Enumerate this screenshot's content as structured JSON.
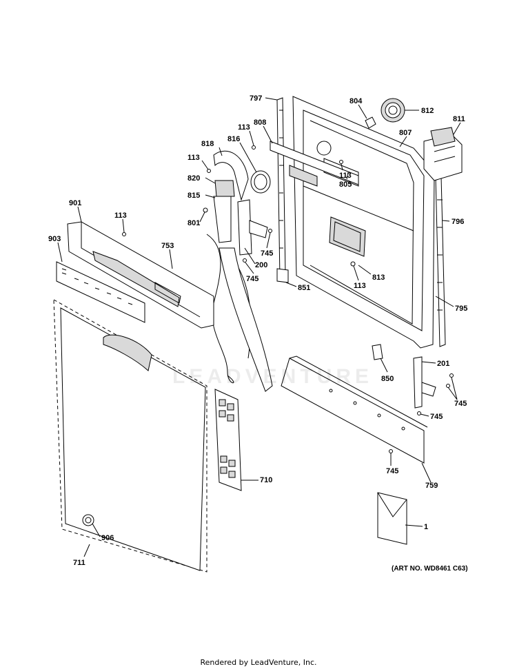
{
  "callouts": [
    {
      "id": "c797",
      "text": "797"
    },
    {
      "id": "c804",
      "text": "804"
    },
    {
      "id": "c812",
      "text": "812"
    },
    {
      "id": "c811",
      "text": "811"
    },
    {
      "id": "c808",
      "text": "808"
    },
    {
      "id": "c113a",
      "text": "113"
    },
    {
      "id": "c807",
      "text": "807"
    },
    {
      "id": "c818",
      "text": "818"
    },
    {
      "id": "c816",
      "text": "816"
    },
    {
      "id": "c113b",
      "text": "113"
    },
    {
      "id": "c113c",
      "text": "113"
    },
    {
      "id": "c805",
      "text": "805"
    },
    {
      "id": "c820",
      "text": "820"
    },
    {
      "id": "c815",
      "text": "815"
    },
    {
      "id": "c901",
      "text": "901"
    },
    {
      "id": "c113d",
      "text": "113"
    },
    {
      "id": "c801",
      "text": "801"
    },
    {
      "id": "c796",
      "text": "796"
    },
    {
      "id": "c903",
      "text": "903"
    },
    {
      "id": "c753",
      "text": "753"
    },
    {
      "id": "c745a",
      "text": "745"
    },
    {
      "id": "c200",
      "text": "200"
    },
    {
      "id": "c813",
      "text": "813"
    },
    {
      "id": "c745b",
      "text": "745"
    },
    {
      "id": "c113e",
      "text": "113"
    },
    {
      "id": "c851",
      "text": "851"
    },
    {
      "id": "c795",
      "text": "795"
    },
    {
      "id": "c201",
      "text": "201"
    },
    {
      "id": "c850",
      "text": "850"
    },
    {
      "id": "c745c",
      "text": "745"
    },
    {
      "id": "c745d",
      "text": "745"
    },
    {
      "id": "c745e",
      "text": "745"
    },
    {
      "id": "c759",
      "text": "759"
    },
    {
      "id": "c710",
      "text": "710"
    },
    {
      "id": "c1",
      "text": "1"
    },
    {
      "id": "c906",
      "text": "906"
    },
    {
      "id": "c711",
      "text": "711"
    }
  ],
  "art_number": "(ART NO. WD8461 C63)",
  "footer": "Rendered by LeadVenture, Inc.",
  "watermark": "LEADVENTURE"
}
